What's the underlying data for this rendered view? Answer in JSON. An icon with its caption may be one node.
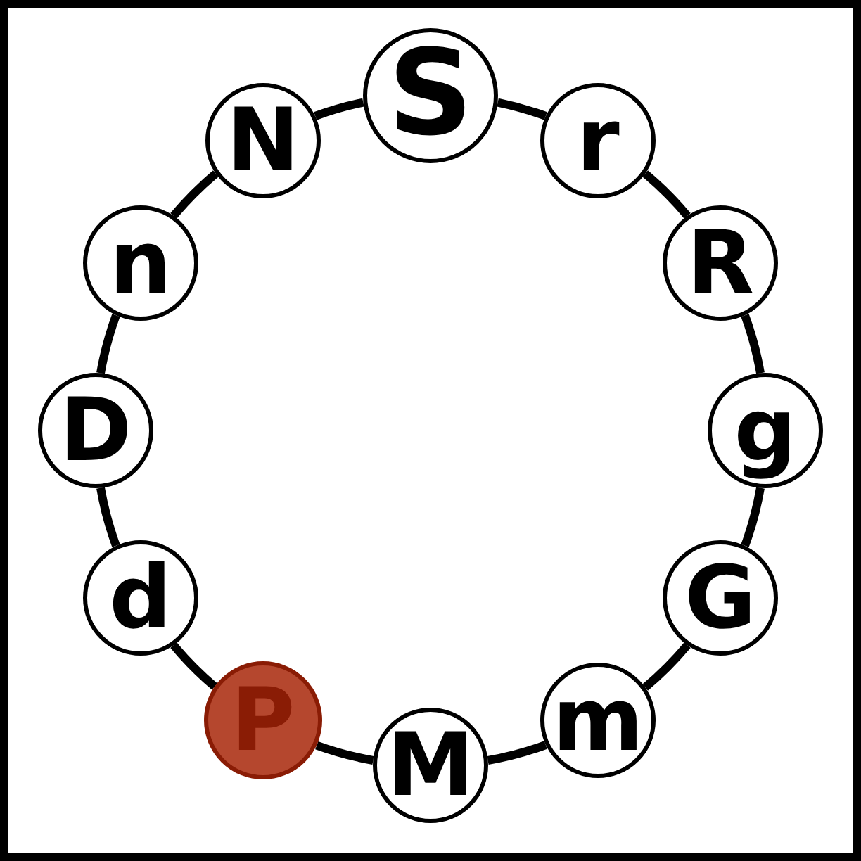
{
  "diagram": {
    "nodes": [
      {
        "text": [
          "S"
        ]
      },
      {
        "text": [
          "r"
        ]
      },
      {
        "text": [
          "R"
        ]
      },
      {
        "text": [
          "g"
        ]
      },
      {
        "text": [
          "G"
        ]
      },
      {
        "text": [
          "m"
        ]
      },
      {
        "text": [
          "M"
        ]
      },
      {
        "text": [
          "P"
        ]
      },
      {
        "text": [
          "d"
        ]
      },
      {
        "text": [
          "D"
        ]
      },
      {
        "text": [
          "n"
        ]
      },
      {
        "text": [
          "N"
        ]
      }
    ],
    "edges": [
      {
        "from": 0,
        "to": 1,
        "arrow": "none"
      },
      {
        "from": 1,
        "to": 2,
        "arrow": "none"
      },
      {
        "from": 2,
        "to": 3,
        "arrow": "none"
      },
      {
        "from": 3,
        "to": 4,
        "arrow": "none"
      },
      {
        "from": 4,
        "to": 5,
        "arrow": "none"
      },
      {
        "from": 5,
        "to": 6,
        "arrow": "none"
      },
      {
        "from": 6,
        "to": 7,
        "arrow": "none"
      },
      {
        "from": 7,
        "to": 8,
        "arrow": "none"
      },
      {
        "from": 8,
        "to": 9,
        "arrow": "none"
      },
      {
        "from": 9,
        "to": 10,
        "arrow": "none"
      },
      {
        "from": 10,
        "to": 11,
        "arrow": "none"
      },
      {
        "from": 11,
        "to": 0,
        "arrow": "none"
      }
    ]
  }
}
